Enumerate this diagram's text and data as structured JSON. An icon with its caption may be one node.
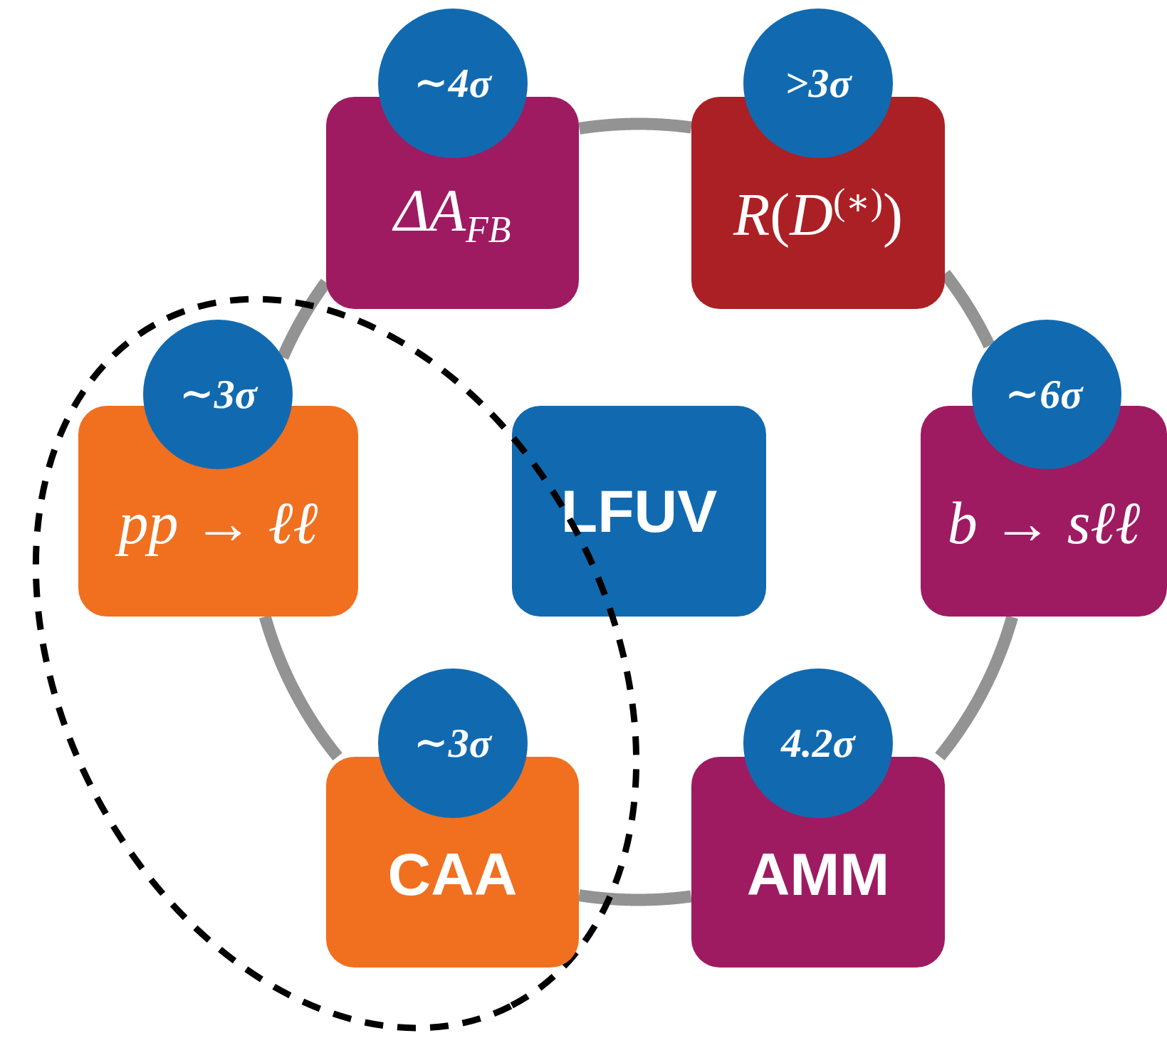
{
  "diagram": {
    "nodes": [
      {
        "text": [
          "∼4σ",
          "ΔA$_{FB}$"
        ]
      },
      {
        "text": [
          ">3σ",
          "*R*(*D*$^{(∗)}$)"
        ]
      },
      {
        "text": [],
        "shape": "ellipse"
      },
      {
        "text": [
          "∼3σ",
          "*pp* → *ℓℓ*"
        ],
        "in": 2
      },
      {
        "text": [
          "LFUV"
        ]
      },
      {
        "text": [
          "∼6σ",
          "*b* → *sℓℓ*"
        ]
      },
      {
        "text": [
          "∼3σ",
          "CAA"
        ],
        "in": 2
      },
      {
        "text": [
          "4.2σ",
          "AMM"
        ]
      }
    ],
    "edges": [
      {
        "from": 0,
        "to": 1,
        "arrow": "none"
      },
      {
        "from": 1,
        "to": 5,
        "arrow": "none"
      },
      {
        "from": 5,
        "to": 7,
        "arrow": "none"
      },
      {
        "from": 7,
        "to": 6,
        "arrow": "none"
      },
      {
        "from": 6,
        "to": 3,
        "arrow": "none"
      },
      {
        "from": 3,
        "to": 0,
        "arrow": "none"
      }
    ]
  }
}
